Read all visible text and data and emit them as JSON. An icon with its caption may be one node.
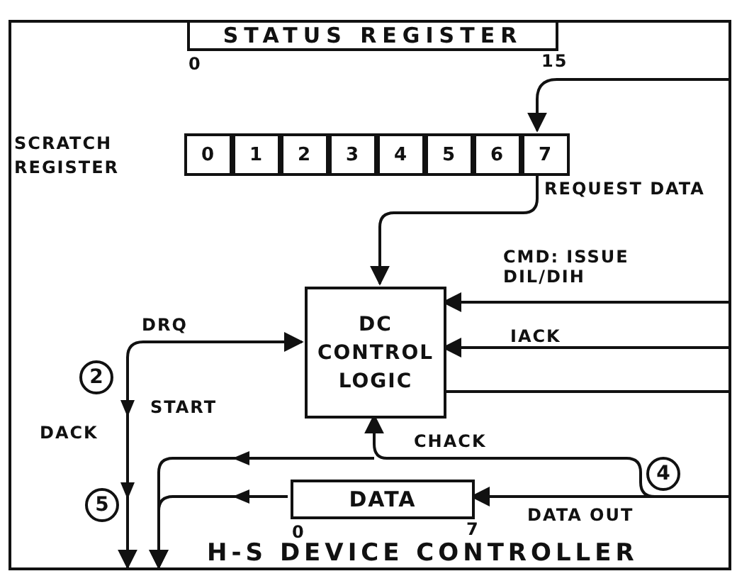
{
  "diagram": {
    "nodes": [
      {
        "text": [
          "H-S DEVICE CONTROLLER"
        ]
      },
      {
        "text": [
          "STATUS REGISTER"
        ],
        "in": 0,
        "beside": [
          "0",
          "15"
        ]
      },
      {
        "text": [
          "SCRATCH REGISTER"
        ],
        "in": 0
      },
      {
        "text": [
          "0"
        ],
        "in": 2
      },
      {
        "text": [
          "1"
        ],
        "in": 2
      },
      {
        "text": [
          "2"
        ],
        "in": 2
      },
      {
        "text": [
          "3"
        ],
        "in": 2
      },
      {
        "text": [
          "4"
        ],
        "in": 2
      },
      {
        "text": [
          "5"
        ],
        "in": 2
      },
      {
        "text": [
          "6"
        ],
        "in": 2
      },
      {
        "text": [
          "7"
        ],
        "in": 2
      },
      {
        "text": [
          "DC CONTROL LOGIC"
        ],
        "in": 0
      },
      {
        "text": [
          "DATA"
        ],
        "in": 0,
        "beside": [
          "0",
          "7"
        ]
      }
    ],
    "edges": [
      {
        "from": null,
        "to": 10,
        "arrow": "to"
      },
      {
        "from": 10,
        "to": 11,
        "arrow": "to",
        "label": "REQUEST DATA"
      },
      {
        "from": null,
        "to": 11,
        "arrow": "to",
        "label": "CMD: ISSUE DIL/DIH"
      },
      {
        "from": null,
        "to": 11,
        "arrow": "to",
        "label": "IACK"
      },
      {
        "from": 11,
        "to": null,
        "arrow": "none"
      },
      {
        "from": null,
        "to": 11,
        "arrow": "to",
        "label": "DRQ"
      },
      {
        "from": null,
        "to": 11,
        "arrow": "to",
        "label": "CHACK"
      },
      {
        "from": null,
        "to": 12,
        "arrow": "to",
        "label": "DATA OUT"
      },
      {
        "from": 12,
        "to": 0,
        "arrow": "to"
      },
      {
        "from": null,
        "to": 0,
        "arrow": "to"
      },
      {
        "from": null,
        "to": 0,
        "arrow": "to"
      }
    ],
    "labels": [
      "2",
      "START",
      "DACK",
      "4",
      "5"
    ]
  }
}
